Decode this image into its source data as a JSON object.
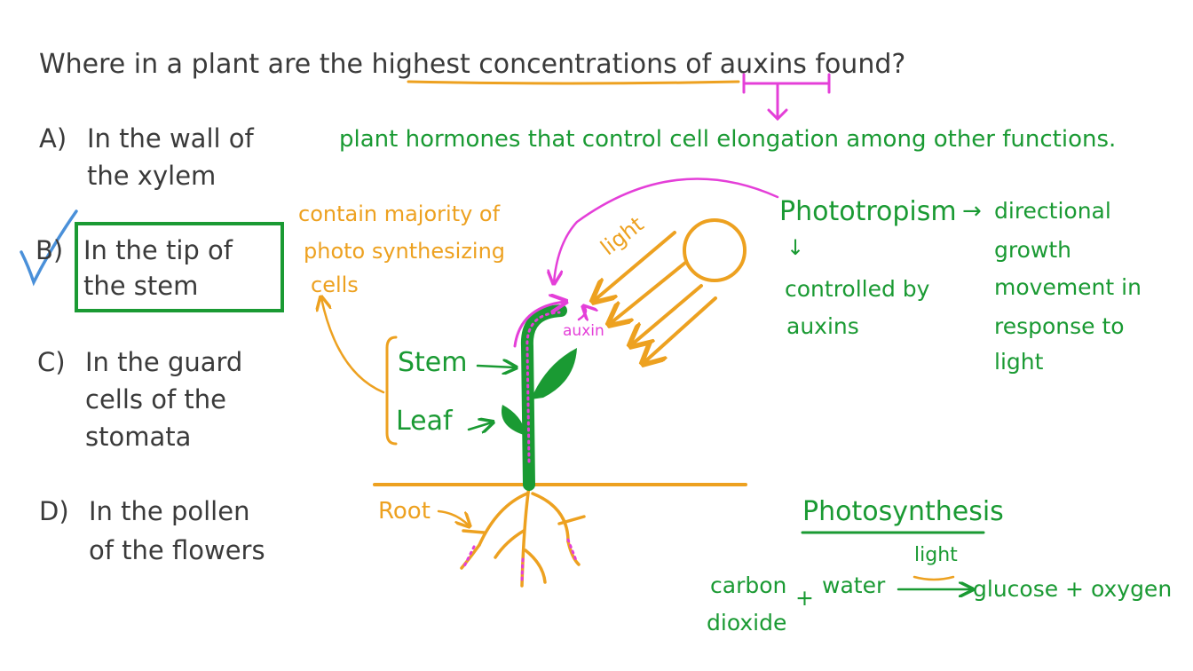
{
  "question": {
    "before": "Where in a plant are the ",
    "highlight": "highest concentrations of",
    "space": " ",
    "term": "auxins",
    "after": " found?"
  },
  "definition": "plant hormones that control cell elongation among other functions.",
  "options": [
    {
      "letter": "A)",
      "line1": "In the wall of",
      "line2": "the xylem",
      "line3": ""
    },
    {
      "letter": "B)",
      "line1": "In the tip of",
      "line2": "the stem",
      "line3": ""
    },
    {
      "letter": "C)",
      "line1": "In the guard",
      "line2": "cells of the",
      "line3": "stomata"
    },
    {
      "letter": "D)",
      "line1": "In the pollen",
      "line2": "of the flowers",
      "line3": ""
    }
  ],
  "annotations": {
    "photo_note": [
      "contain majority of",
      "photo synthesizing",
      "cells"
    ],
    "light": "light",
    "auxin": "auxin",
    "stem": "Stem",
    "leaf": "Leaf",
    "root": "Root"
  },
  "phototropism": {
    "term": "Phototropism",
    "arrow": "→",
    "down_arrow": "↓",
    "controlled": [
      "controlled by",
      "auxins"
    ],
    "meaning": [
      "directional",
      "growth",
      "movement in",
      "response to",
      "light"
    ]
  },
  "photosynthesis": {
    "title": "Photosynthesis",
    "reactant1": [
      "carbon",
      "dioxide"
    ],
    "plus1": "+",
    "reactant2": "water",
    "condition": "light",
    "products": "glucose + oxygen"
  },
  "colors": {
    "question_text": "#3a3a3a",
    "green": "#1a9a33",
    "orange": "#eda120",
    "pink": "#e43fd8",
    "check": "#4a90d9"
  }
}
